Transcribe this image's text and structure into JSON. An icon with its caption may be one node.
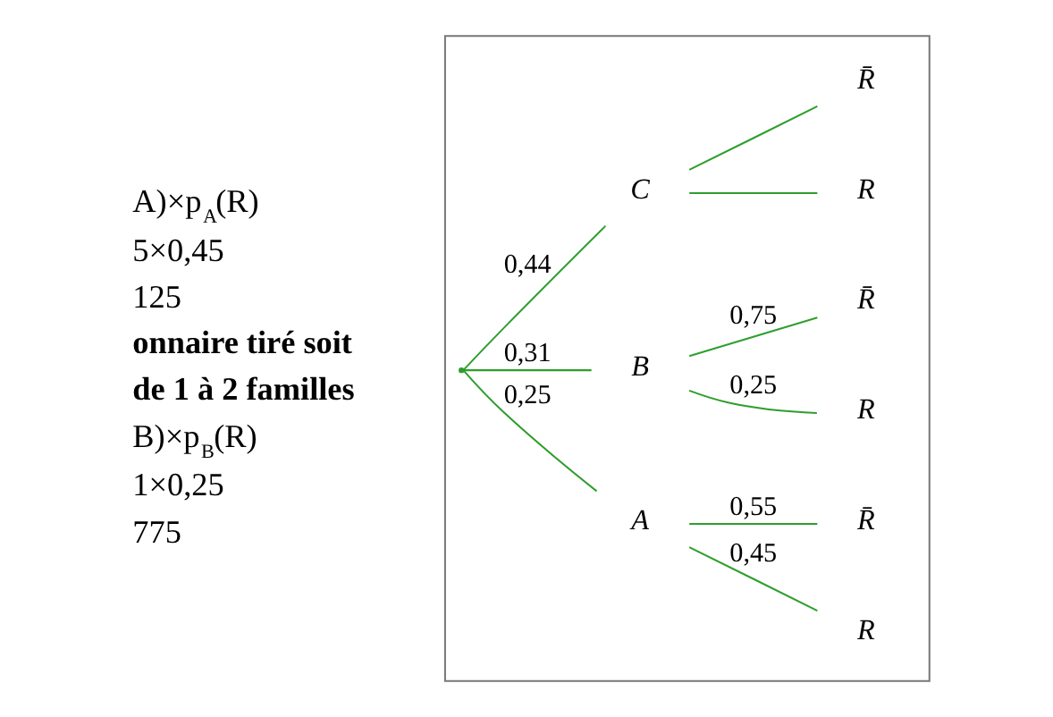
{
  "diagram": {
    "nodes": [
      {
        "text": [],
        "shape": "box"
      },
      {
        "text": [],
        "shape": "point",
        "in": 0
      },
      {
        "text": [
          "A"
        ],
        "in": 0
      },
      {
        "text": [
          "B"
        ],
        "in": 0
      },
      {
        "text": [
          "C"
        ],
        "in": 0
      },
      {
        "text": [
          "R"
        ],
        "in": 0
      },
      {
        "text": [
          "R̄"
        ],
        "in": 0
      },
      {
        "text": [
          "R"
        ],
        "in": 0
      },
      {
        "text": [
          "R̄"
        ],
        "in": 0
      },
      {
        "text": [
          "R"
        ],
        "in": 0
      },
      {
        "text": [
          "R̄"
        ],
        "in": 0
      }
    ],
    "edges": [
      {
        "from": 1,
        "to": 2,
        "arrow": "none",
        "label": "0,25"
      },
      {
        "from": 1,
        "to": 3,
        "arrow": "none",
        "label": "0,31"
      },
      {
        "from": 1,
        "to": 4,
        "arrow": "none",
        "label": "0,44"
      },
      {
        "from": 2,
        "to": 5,
        "arrow": "none",
        "label": "0,45"
      },
      {
        "from": 2,
        "to": 6,
        "arrow": "none",
        "label": "0,55"
      },
      {
        "from": 3,
        "to": 7,
        "arrow": "none",
        "label": "0,25"
      },
      {
        "from": 3,
        "to": 8,
        "arrow": "none",
        "label": "0,75"
      },
      {
        "from": 4,
        "to": 9,
        "arrow": "none"
      },
      {
        "from": 4,
        "to": 10,
        "arrow": "none"
      }
    ],
    "labels": [
      "A)×p$_{A}$(R)",
      "5×0,45",
      "125",
      "onnaire tiré soit",
      "de 1 à 2 familles",
      "B)×p$_{B}$(R)",
      "1×0,25",
      "775"
    ]
  }
}
